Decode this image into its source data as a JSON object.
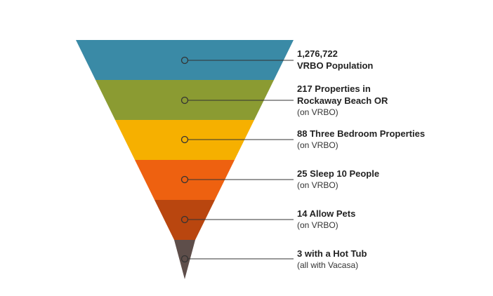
{
  "funnel": {
    "levels": [
      {
        "title": "1,276,722\nVRBO Population",
        "subtitle": "",
        "color": "#3a8aa6"
      },
      {
        "title": "217 Properties in\nRockaway Beach OR",
        "subtitle": "(on VRBO)",
        "color": "#8b9b32"
      },
      {
        "title": "88 Three Bedroom Properties",
        "subtitle": "(on VRBO)",
        "color": "#f6b000"
      },
      {
        "title": "25 Sleep 10 People",
        "subtitle": "(on VRBO)",
        "color": "#ee6110"
      },
      {
        "title": "14 Allow Pets",
        "subtitle": "(on VRBO)",
        "color": "#b9460f"
      },
      {
        "title": "3 with a Hot Tub",
        "subtitle": "(all with Vacasa)",
        "color": "#5e4e4a"
      }
    ]
  }
}
